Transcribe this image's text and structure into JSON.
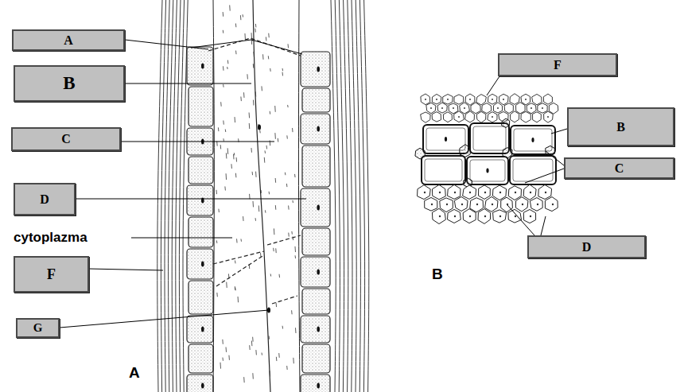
{
  "diagram": {
    "nodes": [
      {
        "text": [
          "A"
        ]
      },
      {
        "text": [
          "B"
        ]
      },
      {
        "text": [
          "C"
        ]
      },
      {
        "text": [
          "D"
        ]
      },
      {
        "text": [
          "F"
        ]
      },
      {
        "text": [
          "G"
        ]
      },
      {
        "text": [
          "F"
        ]
      },
      {
        "text": [
          "B"
        ]
      },
      {
        "text": [
          "C"
        ]
      },
      {
        "text": [
          "D"
        ]
      }
    ],
    "labels": [
      "cytoplazma",
      "A",
      "B"
    ]
  }
}
